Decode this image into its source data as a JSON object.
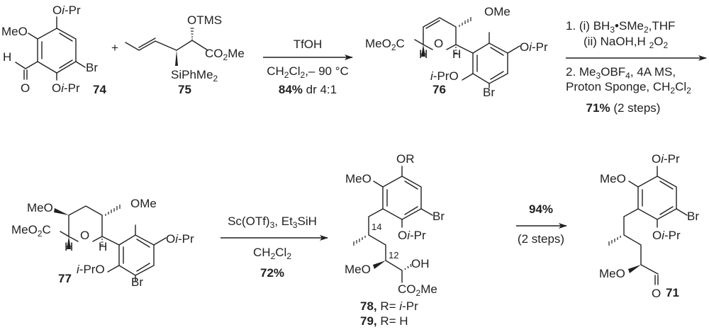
{
  "scheme": {
    "compounds": [
      {
        "id": "74",
        "label": "74",
        "groups": [
          "Oi-Pr",
          "MeO",
          "H",
          "O",
          "Br",
          "Oi-Pr"
        ]
      },
      {
        "id": "75",
        "label": "75",
        "groups": [
          "OTMS",
          "CO2Me",
          "SiPhMe2"
        ]
      },
      {
        "id": "76",
        "label": "76",
        "groups": [
          "MeO2C",
          "H",
          "O",
          "H",
          "OMe",
          "Oi-Pr",
          "i-PrO",
          "Br"
        ]
      },
      {
        "id": "77",
        "label": "77",
        "groups": [
          "MeO",
          "MeO2C",
          "H",
          "O",
          "H",
          "OMe",
          "Oi-Pr",
          "i-PrO",
          "Br"
        ]
      },
      {
        "id": "78_79",
        "label_a": "78,",
        "r_a": "R=  i-Pr",
        "label_b": "79,",
        "r_b": "R=  H",
        "groups": [
          "OR",
          "MeO",
          "Br",
          "Oi-Pr",
          "14",
          "12",
          "OH",
          "MeO",
          "CO2Me"
        ]
      },
      {
        "id": "71",
        "label": "71",
        "groups": [
          "Oi-Pr",
          "MeO",
          "Br",
          "Oi-Pr",
          "MeO",
          "O"
        ]
      }
    ],
    "plus": "+",
    "steps": [
      {
        "above": [
          "TfOH"
        ],
        "below": [
          "CH2Cl2,– 90 °C"
        ],
        "yield": "84%",
        "extra": "dr 4:1"
      },
      {
        "above": [
          "1. (i) BH3•SMe2,THF",
          "(ii) NaOH,H 2O2"
        ],
        "below": [
          "2. Me3OBF4, 4A MS,",
          "Proton Sponge, CH2Cl2"
        ],
        "yield": "71%",
        "extra": "(2 steps)"
      },
      {
        "above": [
          "Sc(OTf)3, Et3SiH"
        ],
        "below": [
          "CH2Cl2"
        ],
        "yield": "72%",
        "extra": ""
      },
      {
        "above": [
          "94%"
        ],
        "below": [
          "(2 steps)"
        ],
        "yield": "94%",
        "extra": "(2 steps)"
      }
    ]
  }
}
